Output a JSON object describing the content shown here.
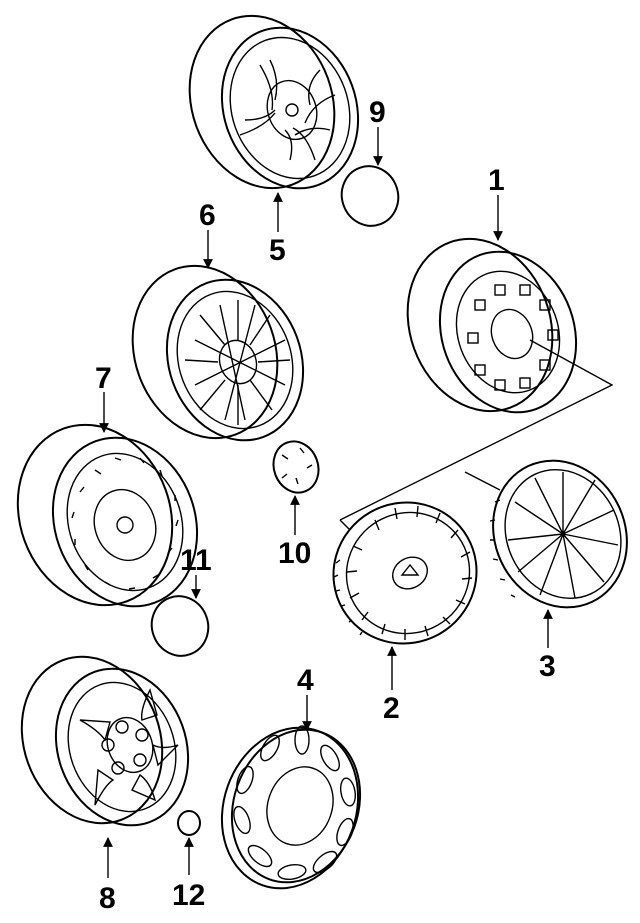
{
  "callouts": [
    {
      "id": "1",
      "label": "1"
    },
    {
      "id": "2",
      "label": "2"
    },
    {
      "id": "3",
      "label": "3"
    },
    {
      "id": "4",
      "label": "4"
    },
    {
      "id": "5",
      "label": "5"
    },
    {
      "id": "6",
      "label": "6"
    },
    {
      "id": "7",
      "label": "7"
    },
    {
      "id": "8",
      "label": "8"
    },
    {
      "id": "9",
      "label": "9"
    },
    {
      "id": "10",
      "label": "10"
    },
    {
      "id": "11",
      "label": "11"
    },
    {
      "id": "12",
      "label": "12"
    }
  ],
  "colors": {
    "ink": "#000000",
    "background": "#ffffff"
  }
}
